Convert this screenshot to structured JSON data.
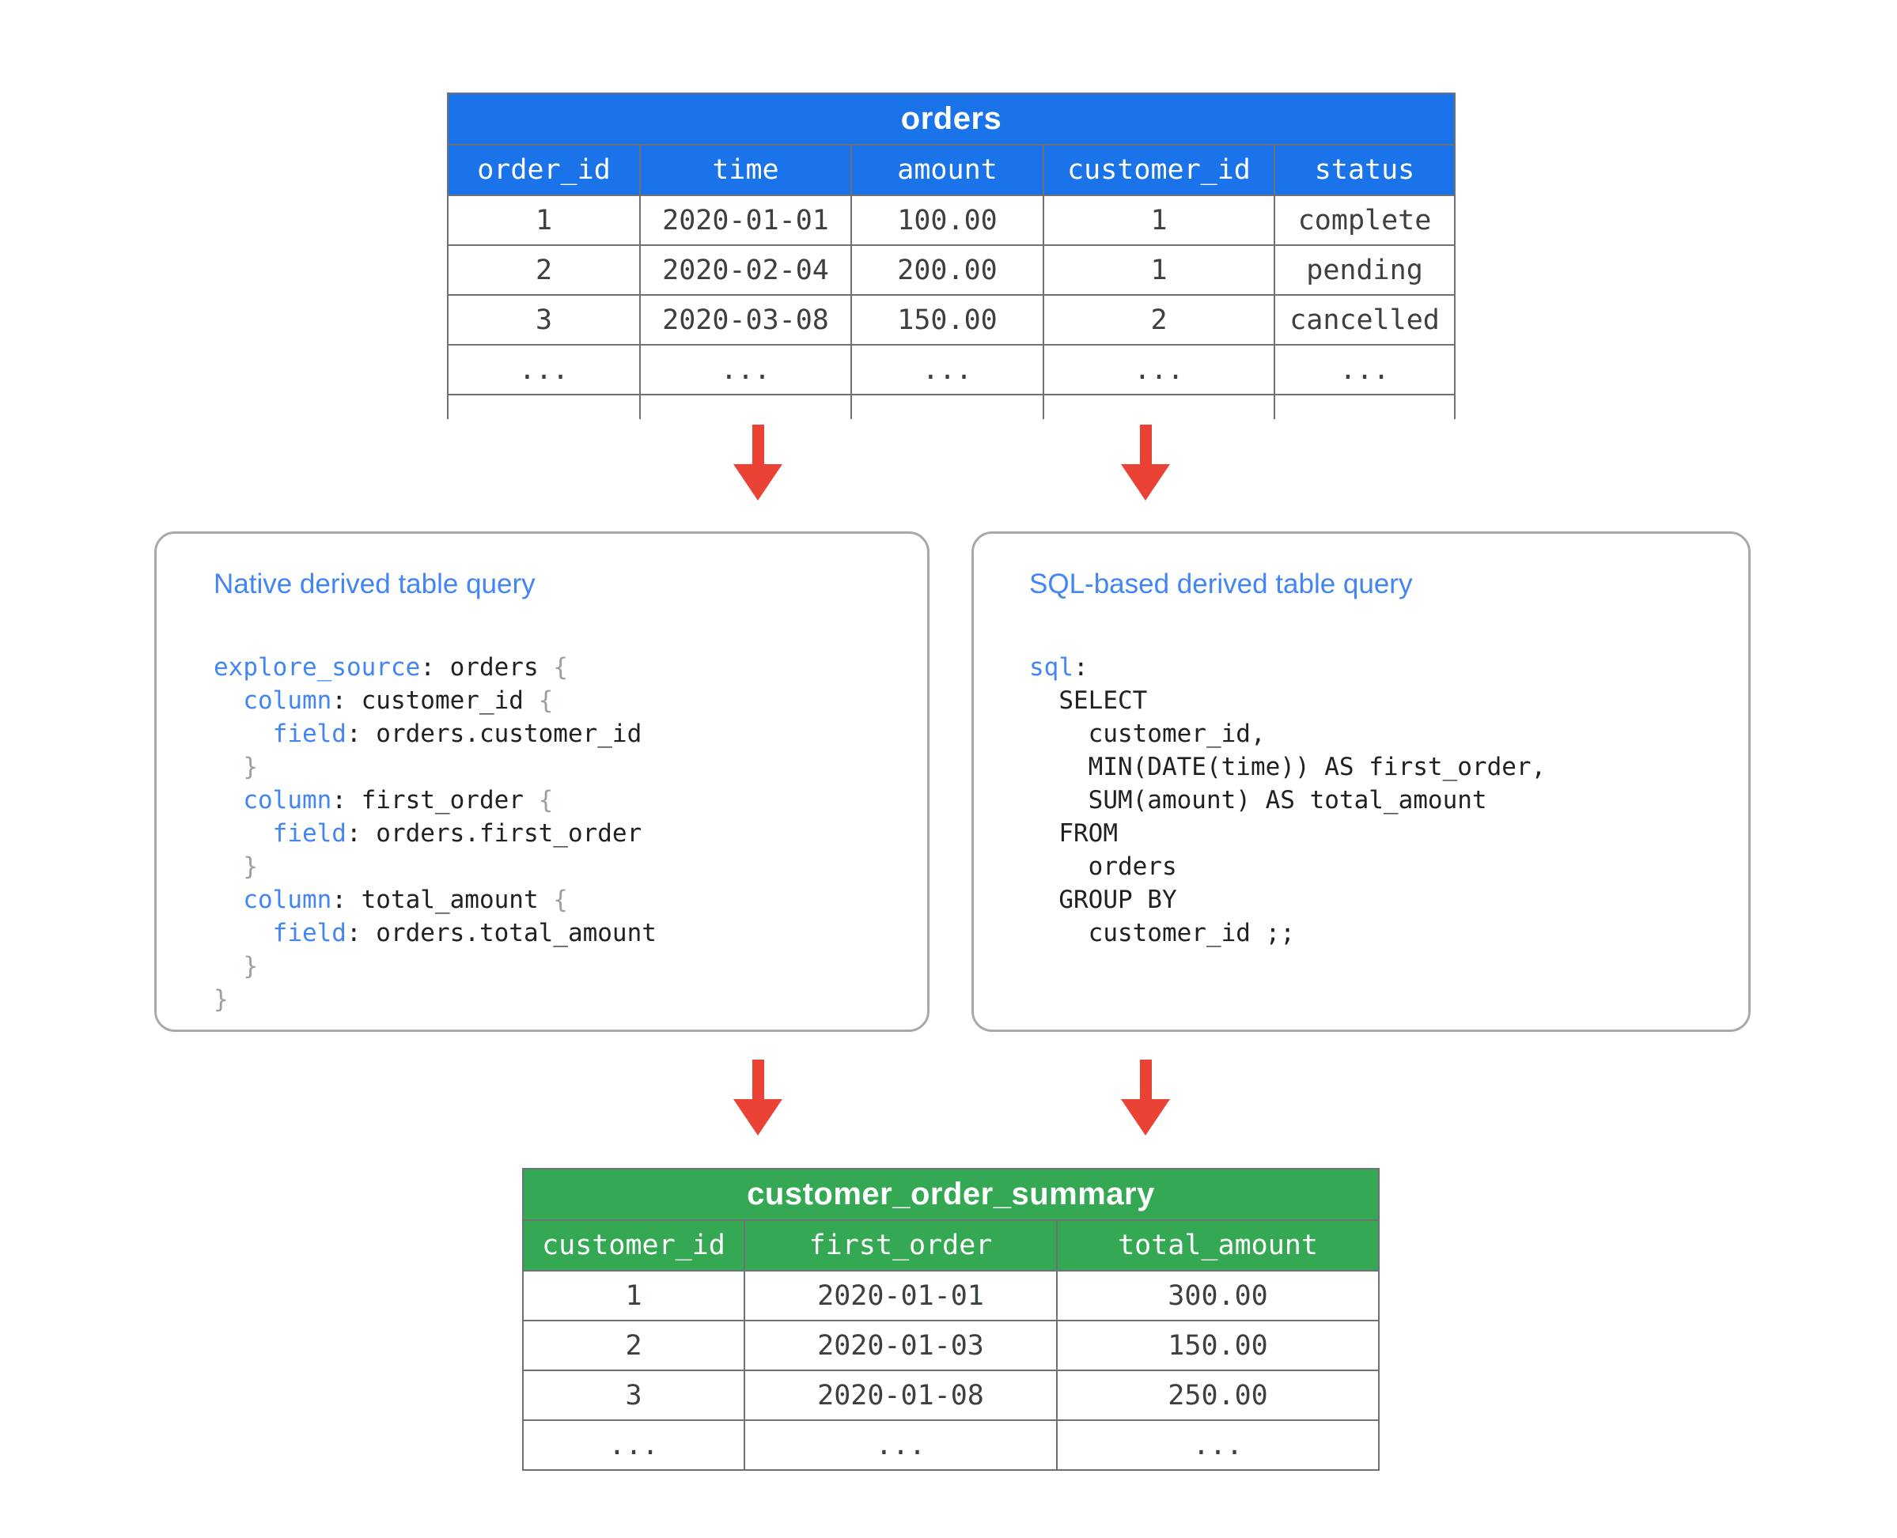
{
  "colors": {
    "orders_header_blue": "#1a73e8",
    "summary_header_green": "#34a853",
    "arrow_red": "#ea4335",
    "keyword_blue": "#4285f4",
    "brace_gray": "#9aa0a6",
    "table_border_gray": "#6e7276",
    "cell_text": "#3c4043"
  },
  "orders_table": {
    "title": "orders",
    "columns": [
      "order_id",
      "time",
      "amount",
      "customer_id",
      "status"
    ],
    "rows": [
      [
        "1",
        "2020-01-01",
        "100.00",
        "1",
        "complete"
      ],
      [
        "2",
        "2020-02-04",
        "200.00",
        "1",
        "pending"
      ],
      [
        "3",
        "2020-03-08",
        "150.00",
        "2",
        "cancelled"
      ],
      [
        "...",
        "...",
        "...",
        "...",
        "..."
      ]
    ]
  },
  "native_query_box": {
    "title": "Native derived table query",
    "code_lines": [
      [
        {
          "t": "kw",
          "s": "explore_source"
        },
        {
          "t": "pl",
          "s": ": orders "
        },
        {
          "t": "br",
          "s": "{"
        }
      ],
      [
        {
          "t": "pl",
          "s": "  "
        },
        {
          "t": "kw",
          "s": "column"
        },
        {
          "t": "pl",
          "s": ": customer_id "
        },
        {
          "t": "br",
          "s": "{"
        }
      ],
      [
        {
          "t": "pl",
          "s": "    "
        },
        {
          "t": "kw",
          "s": "field"
        },
        {
          "t": "pl",
          "s": ": orders.customer_id"
        }
      ],
      [
        {
          "t": "pl",
          "s": "  "
        },
        {
          "t": "br",
          "s": "}"
        }
      ],
      [
        {
          "t": "pl",
          "s": "  "
        },
        {
          "t": "kw",
          "s": "column"
        },
        {
          "t": "pl",
          "s": ": first_order "
        },
        {
          "t": "br",
          "s": "{"
        }
      ],
      [
        {
          "t": "pl",
          "s": "    "
        },
        {
          "t": "kw",
          "s": "field"
        },
        {
          "t": "pl",
          "s": ": orders.first_order"
        }
      ],
      [
        {
          "t": "pl",
          "s": "  "
        },
        {
          "t": "br",
          "s": "}"
        }
      ],
      [
        {
          "t": "pl",
          "s": "  "
        },
        {
          "t": "kw",
          "s": "column"
        },
        {
          "t": "pl",
          "s": ": total_amount "
        },
        {
          "t": "br",
          "s": "{"
        }
      ],
      [
        {
          "t": "pl",
          "s": "    "
        },
        {
          "t": "kw",
          "s": "field"
        },
        {
          "t": "pl",
          "s": ": orders.total_amount"
        }
      ],
      [
        {
          "t": "pl",
          "s": "  "
        },
        {
          "t": "br",
          "s": "}"
        }
      ],
      [
        {
          "t": "br",
          "s": "}"
        }
      ]
    ]
  },
  "sql_query_box": {
    "title": "SQL-based derived table query",
    "code_lines": [
      [
        {
          "t": "kw",
          "s": "sql"
        },
        {
          "t": "pl",
          "s": ":"
        }
      ],
      [
        {
          "t": "pl",
          "s": "  SELECT"
        }
      ],
      [
        {
          "t": "pl",
          "s": "    customer_id,"
        }
      ],
      [
        {
          "t": "pl",
          "s": "    MIN(DATE(time)) AS first_order,"
        }
      ],
      [
        {
          "t": "pl",
          "s": "    SUM(amount) AS total_amount"
        }
      ],
      [
        {
          "t": "pl",
          "s": "  FROM"
        }
      ],
      [
        {
          "t": "pl",
          "s": "    orders"
        }
      ],
      [
        {
          "t": "pl",
          "s": "  GROUP BY"
        }
      ],
      [
        {
          "t": "pl",
          "s": "    customer_id ;;"
        }
      ]
    ]
  },
  "summary_table": {
    "title": "customer_order_summary",
    "columns": [
      "customer_id",
      "first_order",
      "total_amount"
    ],
    "rows": [
      [
        "1",
        "2020-01-01",
        "300.00"
      ],
      [
        "2",
        "2020-01-03",
        "150.00"
      ],
      [
        "3",
        "2020-01-08",
        "250.00"
      ],
      [
        "...",
        "...",
        "..."
      ]
    ]
  }
}
